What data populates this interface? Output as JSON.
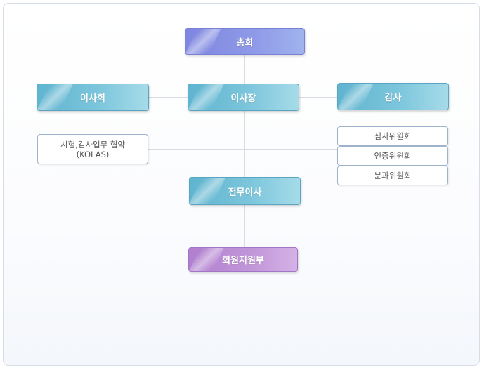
{
  "diagram": {
    "top": "총회",
    "board": "이사회",
    "chairman": "이사장",
    "auditor": "감사",
    "agreement": {
      "line1": "시험,검사업무 협약",
      "line2": "(KOLAS)"
    },
    "committees": [
      "심사위원회",
      "인증위원회",
      "분과위원회"
    ],
    "executive": "전무이사",
    "member_support": "회원지원부"
  },
  "colors": {
    "top_box": "#8f9be8",
    "teal_box": "#7cc6dc",
    "purple_box": "#c297d9",
    "connector": "#d9dde3",
    "white_border": "#9fb4cc"
  }
}
